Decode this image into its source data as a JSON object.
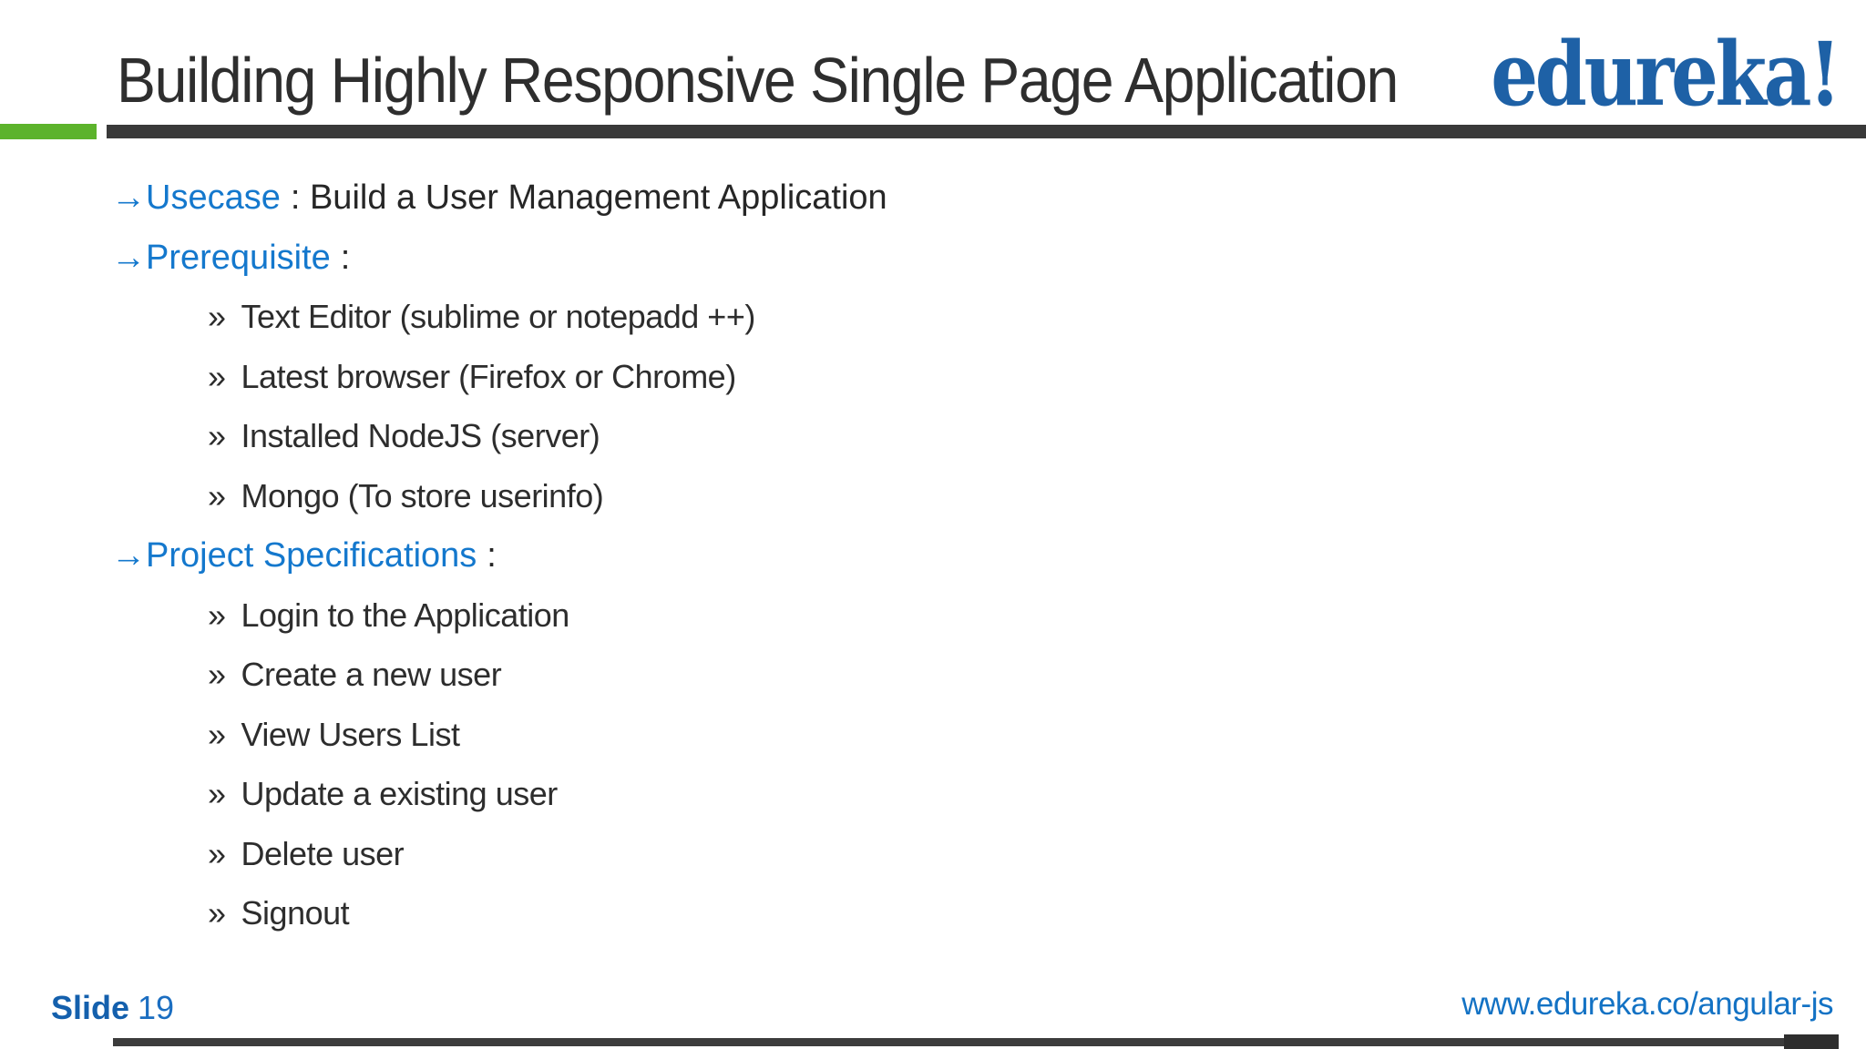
{
  "header": {
    "title": "Building Highly Responsive Single Page Application",
    "logo": "edureka!"
  },
  "content": {
    "arrow_glyph": "→",
    "bullet_glyph": "»",
    "lines": [
      {
        "type": "heading",
        "label": "Usecase",
        "rest": ": Build a User Management Application"
      },
      {
        "type": "heading",
        "label": "Prerequisite",
        "rest": ":"
      },
      {
        "type": "bullet",
        "text": "Text Editor (sublime or notepadd ++)"
      },
      {
        "type": "bullet",
        "text": "Latest browser (Firefox or Chrome)"
      },
      {
        "type": "bullet",
        "text": "Installed NodeJS (server)"
      },
      {
        "type": "bullet",
        "text": "Mongo (To store userinfo)"
      },
      {
        "type": "heading",
        "label": "Project Specifications",
        "rest": ":"
      },
      {
        "type": "bullet",
        "text": "Login to the Application"
      },
      {
        "type": "bullet",
        "text": "Create a new user"
      },
      {
        "type": "bullet",
        "text": "View Users List"
      },
      {
        "type": "bullet",
        "text": "Update a existing user"
      },
      {
        "type": "bullet",
        "text": "Delete user"
      },
      {
        "type": "bullet",
        "text": "Signout"
      }
    ]
  },
  "footer": {
    "slide_label": "Slide",
    "slide_number": "19",
    "url": "www.edureka.co/angular-js"
  },
  "colors": {
    "heading_blue": "#1478cd",
    "logo_blue": "#1e61a6",
    "link_blue": "#1372c4",
    "slide_label_blue": "#1460ad",
    "accent_green": "#5cb32c",
    "bar_dark": "#393939",
    "text_dark": "#2d2d2d"
  }
}
